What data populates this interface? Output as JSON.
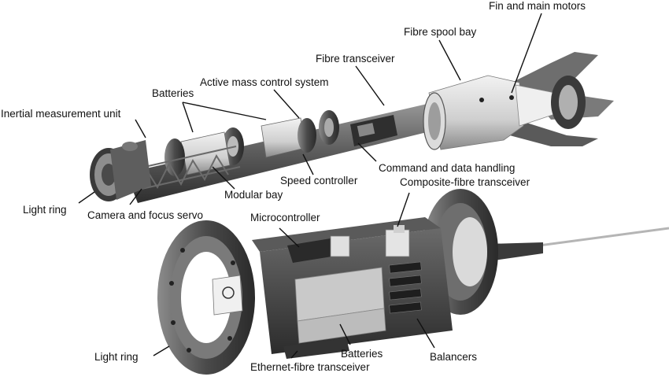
{
  "labels": {
    "fin_motors": "Fin and main motors",
    "fibre_spool_bay": "Fibre spool bay",
    "fibre_transceiver": "Fibre transceiver",
    "active_mass": "Active mass control system",
    "batteries_top": "Batteries",
    "imu": "Inertial measurement unit",
    "command_data": "Command and data handling",
    "speed_controller": "Speed controller",
    "composite_fibre": "Composite-fibre transceiver",
    "modular_bay": "Modular bay",
    "light_ring_top": "Light ring",
    "camera_focus": "Camera and focus servo",
    "microcontroller": "Microcontroller",
    "light_ring_bottom": "Light ring",
    "batteries_bottom": "Batteries",
    "balancers": "Balancers",
    "ethernet_fibre": "Ethernet-fibre transceiver"
  },
  "colors": {
    "background": "#ffffff",
    "metal_dark": "#3e3e3e",
    "metal_mid": "#7d7d7d",
    "metal_light": "#c8c8c8",
    "shell_bright": "#e6e6e6"
  }
}
